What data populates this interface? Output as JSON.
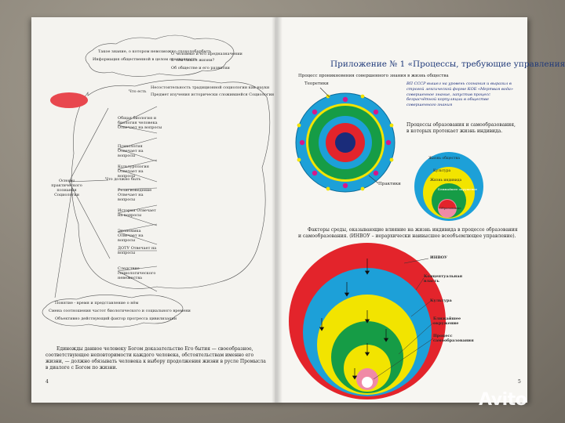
{
  "left_page": {
    "paragraph": "Единожды данное человеку Богом доказательство Его бытия — своеобразное, соответствующее неповторимости каждого человека, обстоятельствам именно его жизни, — должно обязывать человека к выбору продолжения жизни в русле Промысла в диалоге с Богом по жизни.",
    "page_number": "4",
    "mindmap": {
      "top_labels": [
        "Такое знание, о котором невозможно спохолобарбыть",
        "Информация общественной в целом осознавность",
        "О человеке и его предназначении",
        "В чём смысл жизни?",
        "Об обществе и его развитии"
      ],
      "root": "Основы практического познания Социологии",
      "what_is": "Что есть",
      "what_to_do": "Что должно быть",
      "mid_labels": [
        "Несостоятельность традиционной социологии как науки",
        "Предмет изучения исторически сложившейся Социологии"
      ],
      "branches": [
        "Общая биология и биология человека Отвечает на вопросы",
        "Психология Отвечает на вопросы",
        "Культурология Отвечает на вопросы",
        "Религиоведение Отвечает на вопросы",
        "История Отвечает на вопросы",
        "Экономика Отвечает на вопросы",
        "ДОТУ Отвечает на вопросы",
        "Следствие социологического невежества"
      ],
      "bottom_labels": [
        "Понятие - время и представление о нём",
        "Смена соотношения частот биологического и социального времени",
        "Объективно действующий фактор прогресса цивилизации"
      ]
    }
  },
  "right_page": {
    "title": "Приложение № 1 «Процессы, требующие управления»",
    "subtitle": "Процесс проникновения совершенного знания в жизнь общества",
    "label_theory": "Теоретики",
    "label_practice": "Практики",
    "ussr_note": "ВП СССР вышел на уровень сознания и выразил в строгой лексической форме КОБ «Мертвая вода» совершенное знание, запустив процесс безрасчётной корпуляции в обществе совершенного знания",
    "education_caption": "Процессы образования и самообразования, в которых протекает жизнь индивида.",
    "nested_labels": [
      "Жизнь общества",
      "Культура",
      "Жизнь индивида",
      "Ближайшее окружение",
      "Образование"
    ],
    "factors_caption": "Факторы среды, оказывающие влияние на жизнь индивида в процессе образования и самообразования. (ИНВОУ – иерархически наивысшее всеобъемлющее управление).",
    "big_labels": [
      "ИНВОУ",
      "Концептуальная власть",
      "Культура",
      "Ближайшее окружение",
      "Процесс самообразования"
    ],
    "page_number": "5"
  },
  "watermark": "Avito",
  "colors": {
    "red": "#e3242b",
    "blue": "#1da0d8",
    "yellow": "#f2e400",
    "green": "#169c46",
    "pink": "#f08aa6",
    "navy": "#1a2c7a"
  }
}
